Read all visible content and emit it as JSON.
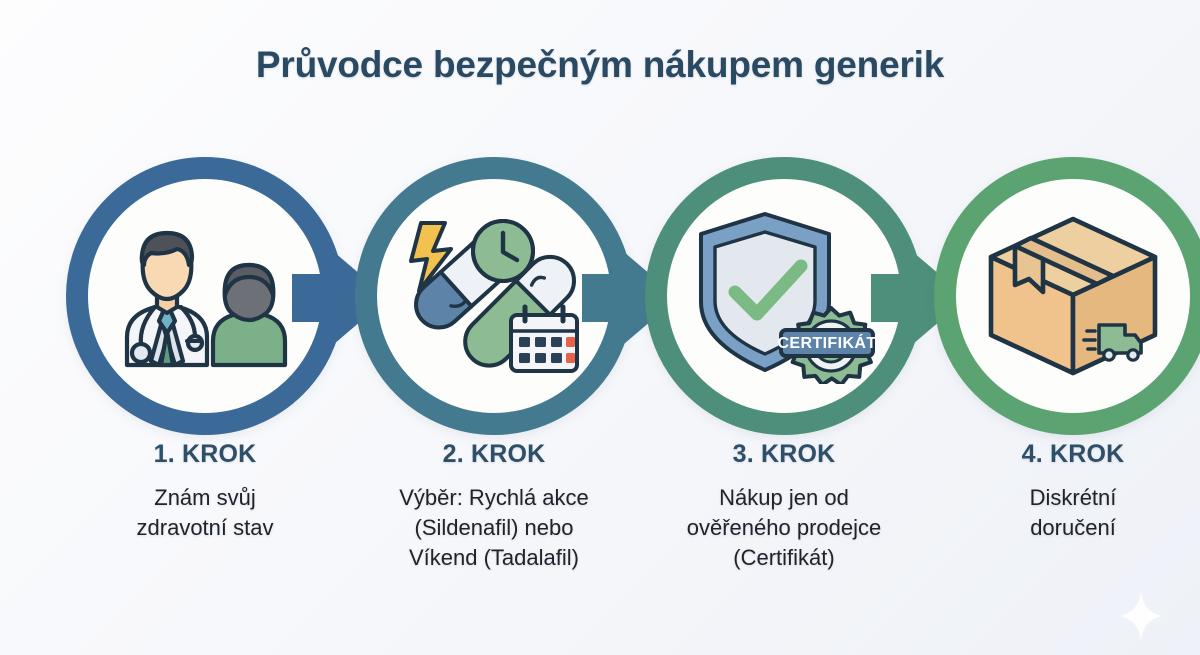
{
  "header": {
    "title": "Průvodce bezpečným nákupem generik"
  },
  "colors": {
    "background": "#f5f7fa",
    "title_text": "#2a4a63",
    "step_label_text": "#2e4f68",
    "step_desc_text": "#20242a",
    "ring_1": "#3c6a98",
    "ring_2": "#447a90",
    "ring_3": "#4d8f7a",
    "ring_4": "#5ba371",
    "arrow_1": "#3c6a98",
    "arrow_2": "#447a90",
    "arrow_3": "#4d8f7a",
    "accent_green": "#7cb88a",
    "accent_yellow": "#f2c14e",
    "accent_red": "#e8624a",
    "outline_dark": "#1f3445"
  },
  "steps": [
    {
      "label": "1. KROK",
      "description": "Znám svůj\nzdravotní stav",
      "icon": "doctor-patient-icon"
    },
    {
      "label": "2. KROK",
      "description": "Výběr: Rychlá akce\n(Sildenafil) nebo\nVíkend (Tadalafil)",
      "icon": "pills-clock-calendar-icon"
    },
    {
      "label": "3. KROK",
      "description": "Nákup jen od\nověřeného prodejce\n(Certifikát)",
      "icon": "shield-check-certificate-icon"
    },
    {
      "label": "4. KROK",
      "description": "Diskrétní\ndoručení",
      "icon": "delivery-box-icon"
    }
  ],
  "badges": {
    "certificate_text": "CERTIFIKÁT"
  },
  "connectors": [
    {
      "name": "arrow-step-1-to-2"
    },
    {
      "name": "arrow-step-2-to-3"
    },
    {
      "name": "arrow-step-3-to-4"
    }
  ]
}
